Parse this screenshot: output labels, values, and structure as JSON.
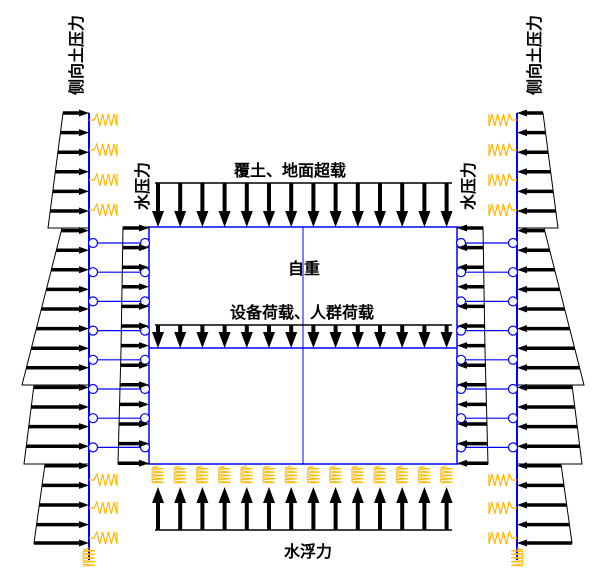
{
  "labels": {
    "lateral_earth_pressure_left": "侧向土压力",
    "lateral_earth_pressure_right": "侧向土压力",
    "water_pressure_left": "水压力",
    "water_pressure_right": "水压力",
    "overburden_surcharge": "覆土、地面超载",
    "self_weight": "自重",
    "equipment_crowd_load": "设备荷载、人群荷载",
    "buoyancy": "水浮力"
  },
  "colors": {
    "structure": "#0000ff",
    "load": "#000000",
    "spring": "#ffb800"
  }
}
